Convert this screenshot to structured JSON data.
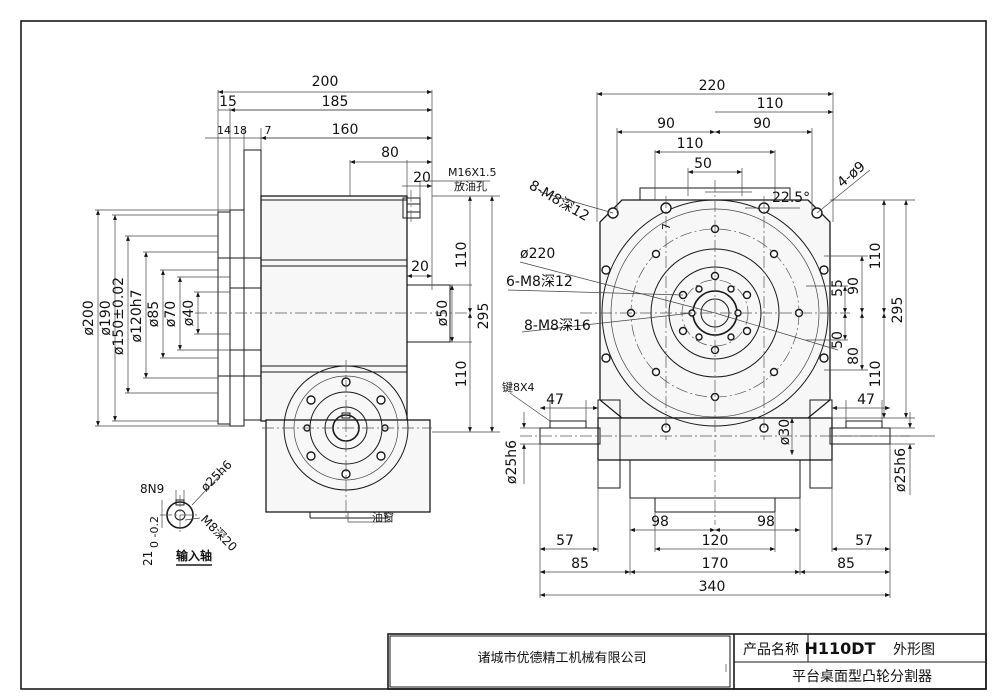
{
  "side_view": {
    "dims": {
      "overall_length": "200",
      "d15": "15",
      "d185": "185",
      "d14": "14",
      "d18": "18",
      "d7": "7",
      "d160": "160",
      "d80": "80",
      "d20a": "20",
      "d20b": "20",
      "d110a": "110",
      "d110b": "110",
      "d295": "295",
      "dia200": "ø200",
      "dia190": "ø190",
      "dia150": "ø150±0.02",
      "dia120": "ø120h7",
      "dia85": "ø85",
      "dia70": "ø70",
      "dia40": "ø40",
      "dia50": "ø50"
    },
    "labels": {
      "oil_plug": "M16X1.5",
      "oil_fill": "放油孔",
      "oil_window": "油窗"
    }
  },
  "input_shaft": {
    "key": "8N9",
    "shaft_dia": "ø25h6",
    "thread": "M8深20",
    "key_depth": "21",
    "key_tol": "0\n-0.2",
    "title": "输入轴"
  },
  "front_view": {
    "dims": {
      "w220": "220",
      "w110": "110",
      "w90a": "90",
      "w90b": "90",
      "w110b": "110",
      "w50": "50",
      "h90": "90",
      "h55": "55",
      "h50": "50",
      "h80": "80",
      "h110a": "110",
      "h110b": "110",
      "h295": "295",
      "d47a": "47",
      "d47b": "47",
      "d30": "ø30",
      "dia25l": "ø25h6",
      "dia25r": "ø25h6",
      "d98a": "98",
      "d98b": "98",
      "d120": "120",
      "d57a": "57",
      "d57b": "57",
      "d85a": "85",
      "d170": "170",
      "d85b": "85",
      "d340": "340",
      "angle": "22.5°",
      "d7": "7"
    },
    "labels": {
      "holes_4": "4-ø9",
      "m8_8a": "8-M8深12",
      "dia220": "ø220",
      "m8_6": "6-M8深12",
      "m8_8b": "8-M8深16",
      "key": "键8X4"
    }
  },
  "title_block": {
    "company": "诸城市优德精工机械有限公司",
    "product_label": "产品名称",
    "model": "H110DT",
    "drawing_type": "外形图",
    "description": "平台桌面型凸轮分割器"
  }
}
